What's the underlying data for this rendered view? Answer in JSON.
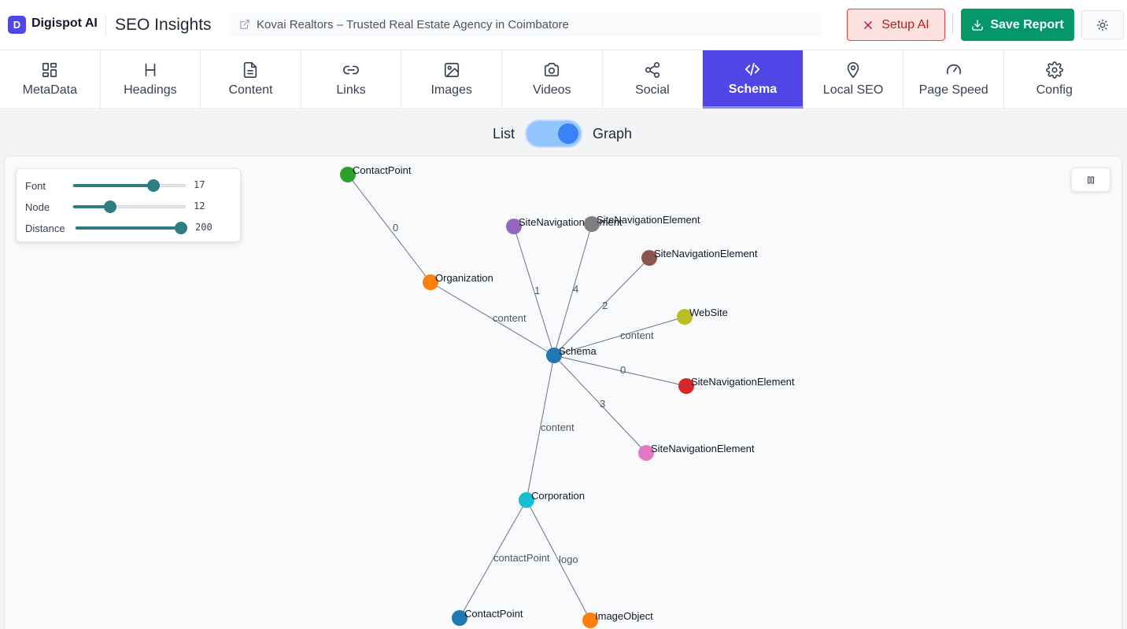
{
  "header": {
    "logo_letter": "D",
    "brand": "Digispot AI",
    "app_title": "SEO Insights",
    "url_text": "Kovai Realtors – Trusted Real Estate Agency in Coimbatore",
    "setup_label": "Setup AI",
    "save_label": "Save Report"
  },
  "tabs": [
    {
      "label": "MetaData",
      "icon": "grid-icon"
    },
    {
      "label": "Headings",
      "icon": "heading-icon"
    },
    {
      "label": "Content",
      "icon": "document-icon"
    },
    {
      "label": "Links",
      "icon": "link-icon"
    },
    {
      "label": "Images",
      "icon": "image-icon"
    },
    {
      "label": "Videos",
      "icon": "camera-icon"
    },
    {
      "label": "Social",
      "icon": "share-icon"
    },
    {
      "label": "Schema",
      "icon": "code-icon",
      "active": true
    },
    {
      "label": "Local SEO",
      "icon": "map-pin-icon"
    },
    {
      "label": "Page Speed",
      "icon": "gauge-icon"
    },
    {
      "label": "Config",
      "icon": "gear-icon"
    }
  ],
  "view_toggle": {
    "left_label": "List",
    "right_label": "Graph",
    "selected": "Graph"
  },
  "controls": {
    "font": {
      "label": "Font",
      "value": "17",
      "fraction": 0.72
    },
    "node": {
      "label": "Node",
      "value": "12",
      "fraction": 0.33
    },
    "distance": {
      "label": "Distance",
      "value": "200",
      "fraction": 1.0
    }
  },
  "graph": {
    "nodes": [
      {
        "id": "schema",
        "label": "Schema",
        "color": "#1f77b4"
      },
      {
        "id": "org",
        "label": "Organization",
        "color": "#ff7f0e"
      },
      {
        "id": "cp1",
        "label": "ContactPoint",
        "color": "#2ca02c"
      },
      {
        "id": "sne1",
        "label": "SiteNavigationElement",
        "color": "#9467bd"
      },
      {
        "id": "sne4",
        "label": "SiteNavigationElement",
        "color": "#7f7f7f"
      },
      {
        "id": "sne2",
        "label": "SiteNavigationElement",
        "color": "#8c564b"
      },
      {
        "id": "website",
        "label": "WebSite",
        "color": "#bcbd22"
      },
      {
        "id": "sne0",
        "label": "SiteNavigationElement",
        "color": "#d62728"
      },
      {
        "id": "sne3",
        "label": "SiteNavigationElement",
        "color": "#e377c2"
      },
      {
        "id": "corp",
        "label": "Corporation",
        "color": "#17becf"
      },
      {
        "id": "cp2",
        "label": "ContactPoint",
        "color": "#1f77b4"
      },
      {
        "id": "img",
        "label": "ImageObject",
        "color": "#ff7f0e"
      }
    ],
    "edges": [
      {
        "from": "org",
        "to": "cp1",
        "label": "0"
      },
      {
        "from": "schema",
        "to": "org",
        "label": "content"
      },
      {
        "from": "schema",
        "to": "sne1",
        "label": "1"
      },
      {
        "from": "schema",
        "to": "sne4",
        "label": "4"
      },
      {
        "from": "schema",
        "to": "sne2",
        "label": "2"
      },
      {
        "from": "schema",
        "to": "website",
        "label": "content"
      },
      {
        "from": "schema",
        "to": "sne0",
        "label": "0"
      },
      {
        "from": "schema",
        "to": "sne3",
        "label": "3"
      },
      {
        "from": "schema",
        "to": "corp",
        "label": "content"
      },
      {
        "from": "corp",
        "to": "cp2",
        "label": "contactPoint"
      },
      {
        "from": "corp",
        "to": "img",
        "label": "logo"
      }
    ]
  }
}
